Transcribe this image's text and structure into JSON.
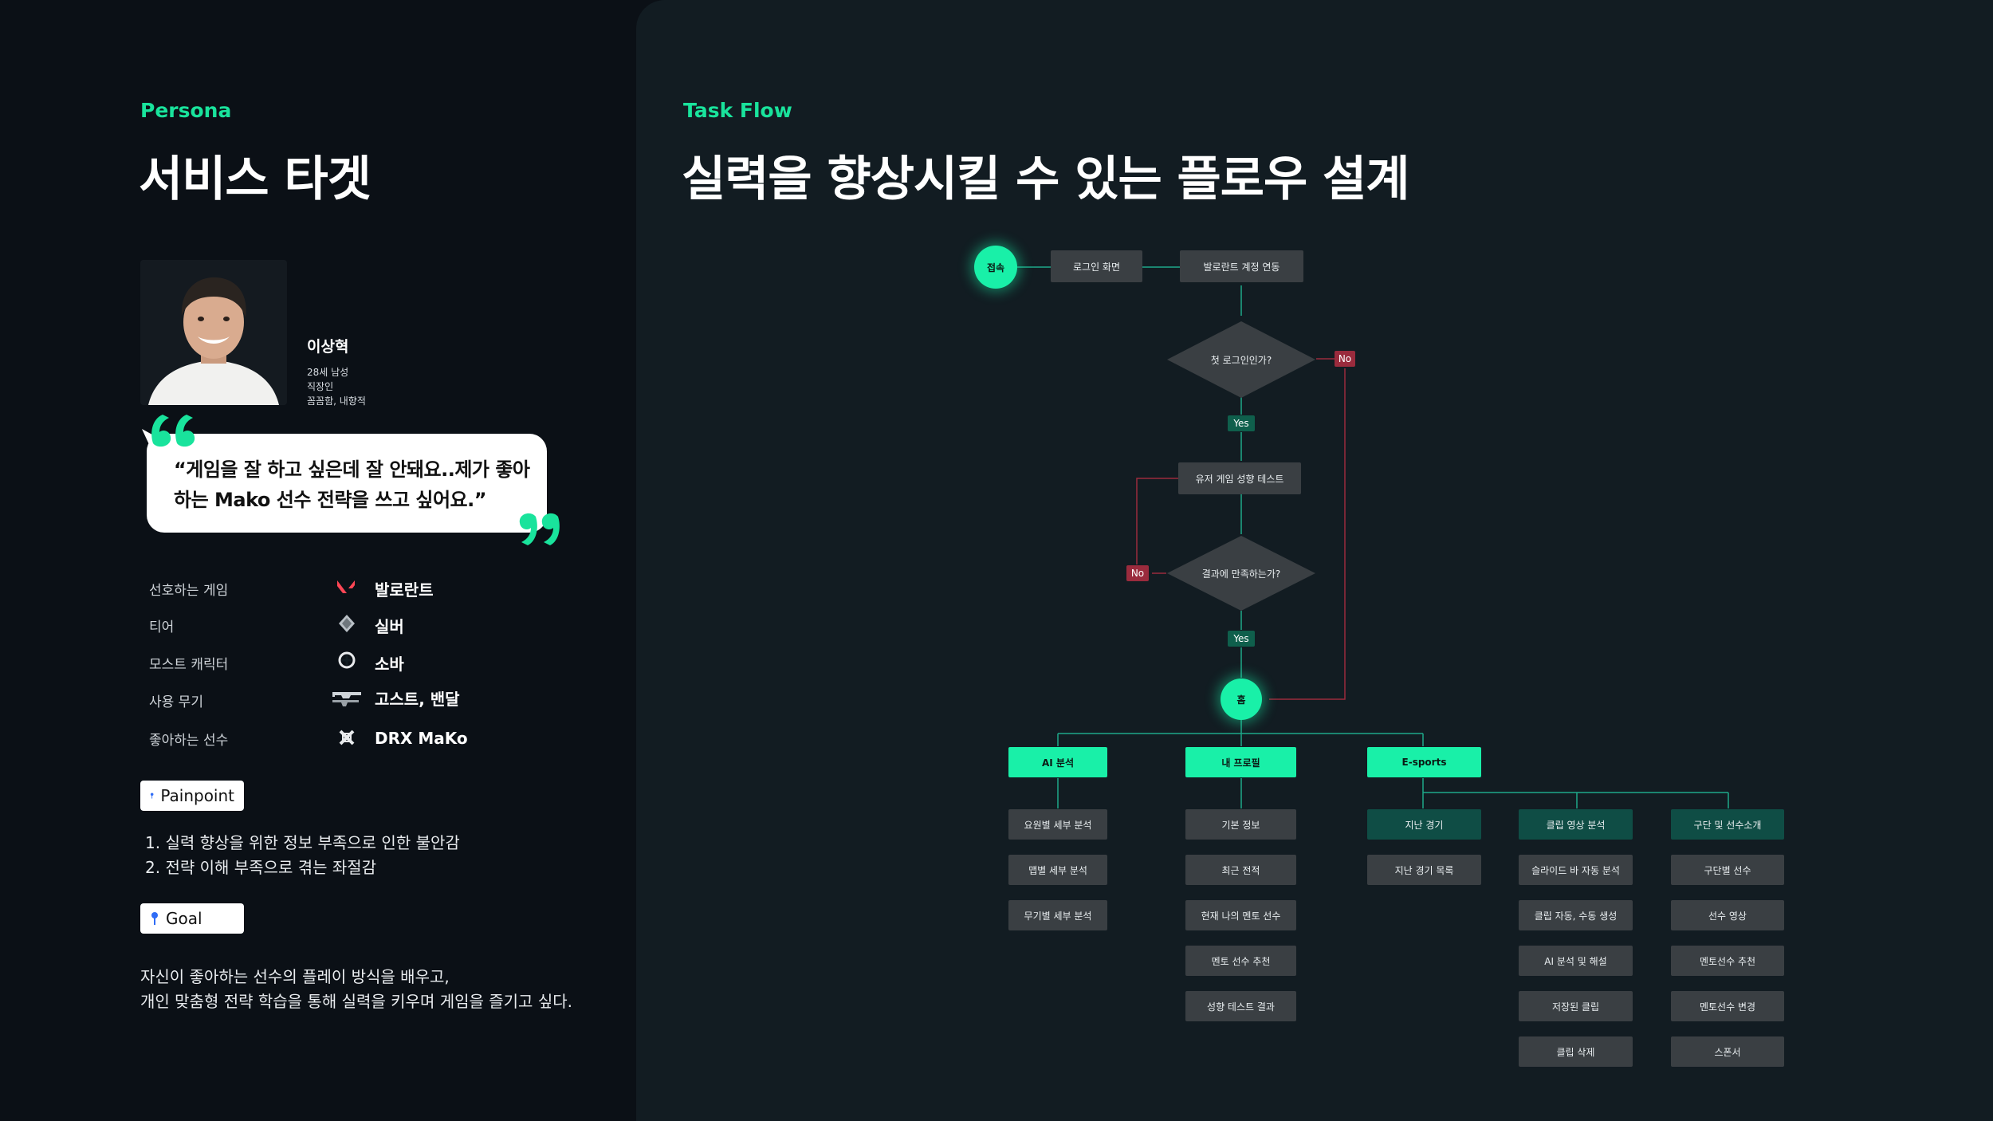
{
  "persona": {
    "eyebrow": "Persona",
    "title": "서비스 타겟",
    "name": "이상혁",
    "meta": [
      "28세 남성",
      "직장인",
      "꼼꼼함, 내향적"
    ],
    "quote": "“게임을 잘 하고 싶은데 잘 안돼요..제가 좋아하는 Mako 선수 전략을 쓰고 싶어요.”",
    "attributes": [
      {
        "label": "선호하는 게임",
        "value": "발로란트",
        "icon": "valorant-logo-icon"
      },
      {
        "label": "티어",
        "value": "실버",
        "icon": "silver-tier-icon"
      },
      {
        "label": "모스트 캐릭터",
        "value": "소바",
        "icon": "sova-agent-icon"
      },
      {
        "label": "사용 무기",
        "value": "고스트, 밴달",
        "icon": "weapon-icon"
      },
      {
        "label": "좋아하는 선수",
        "value": "DRX MaKo",
        "icon": "drx-logo-icon"
      }
    ],
    "painpoint": {
      "label": "Painpoint",
      "items": [
        "1. 실력 향상을 위한 정보 부족으로 인한 불안감",
        "2. 전략 이해 부족으로 겪는 좌절감"
      ]
    },
    "goal": {
      "label": "Goal",
      "lines": [
        "자신이 좋아하는 선수의 플레이 방식을 배우고,",
        "개인 맞춤형 전략 학습을 통해 실력을 키우며 게임을 즐기고 싶다."
      ]
    }
  },
  "taskflow": {
    "eyebrow": "Task Flow",
    "title": "실력을 향상시킬 수 있는 플로우 설계",
    "start": "접속",
    "login": "로그인 화면",
    "link_account": "발로란트 계정 연동",
    "decision_first_login": "첫 로그인인가?",
    "decision_satisfied": "결과에 만족하는가?",
    "yes": "Yes",
    "no": "No",
    "tendency_test": "유저 게임 성향 테스트",
    "home": "홈",
    "branches": [
      {
        "label": "AI 분석",
        "items": [
          "요원별 세부 분석",
          "맵별 세부 분석",
          "무기별 세부 분석"
        ]
      },
      {
        "label": "내 프로필",
        "items": [
          "기본 정보",
          "최근 전적",
          "현재 나의 멘토 선수",
          "멘토 선수 추천",
          "성향 테스트 결과"
        ]
      },
      {
        "label": "E-sports",
        "groups": [
          {
            "head": "지난 경기",
            "items": [
              "지난 경기 목록"
            ]
          },
          {
            "head": "클립 영상 분석",
            "items": [
              "슬라이드 바 자동 분석",
              "클립 자동, 수동 생성",
              "AI 분석 및 해설",
              "저장된 클립",
              "클립 삭제"
            ]
          },
          {
            "head": "구단 및 선수소개",
            "items": [
              "구단별 선수",
              "선수 영상",
              "멘토선수 추천",
              "멘토선수 변경",
              "스폰서"
            ]
          }
        ]
      }
    ]
  },
  "colors": {
    "accent": "#19f0a8",
    "yes_tag": "#0f5f4c",
    "no_tag": "#9a2b3d",
    "node_gray": "#3a3f43",
    "node_teal": "#0f4d45",
    "background": "#0b1016",
    "panel": "#121c22"
  }
}
